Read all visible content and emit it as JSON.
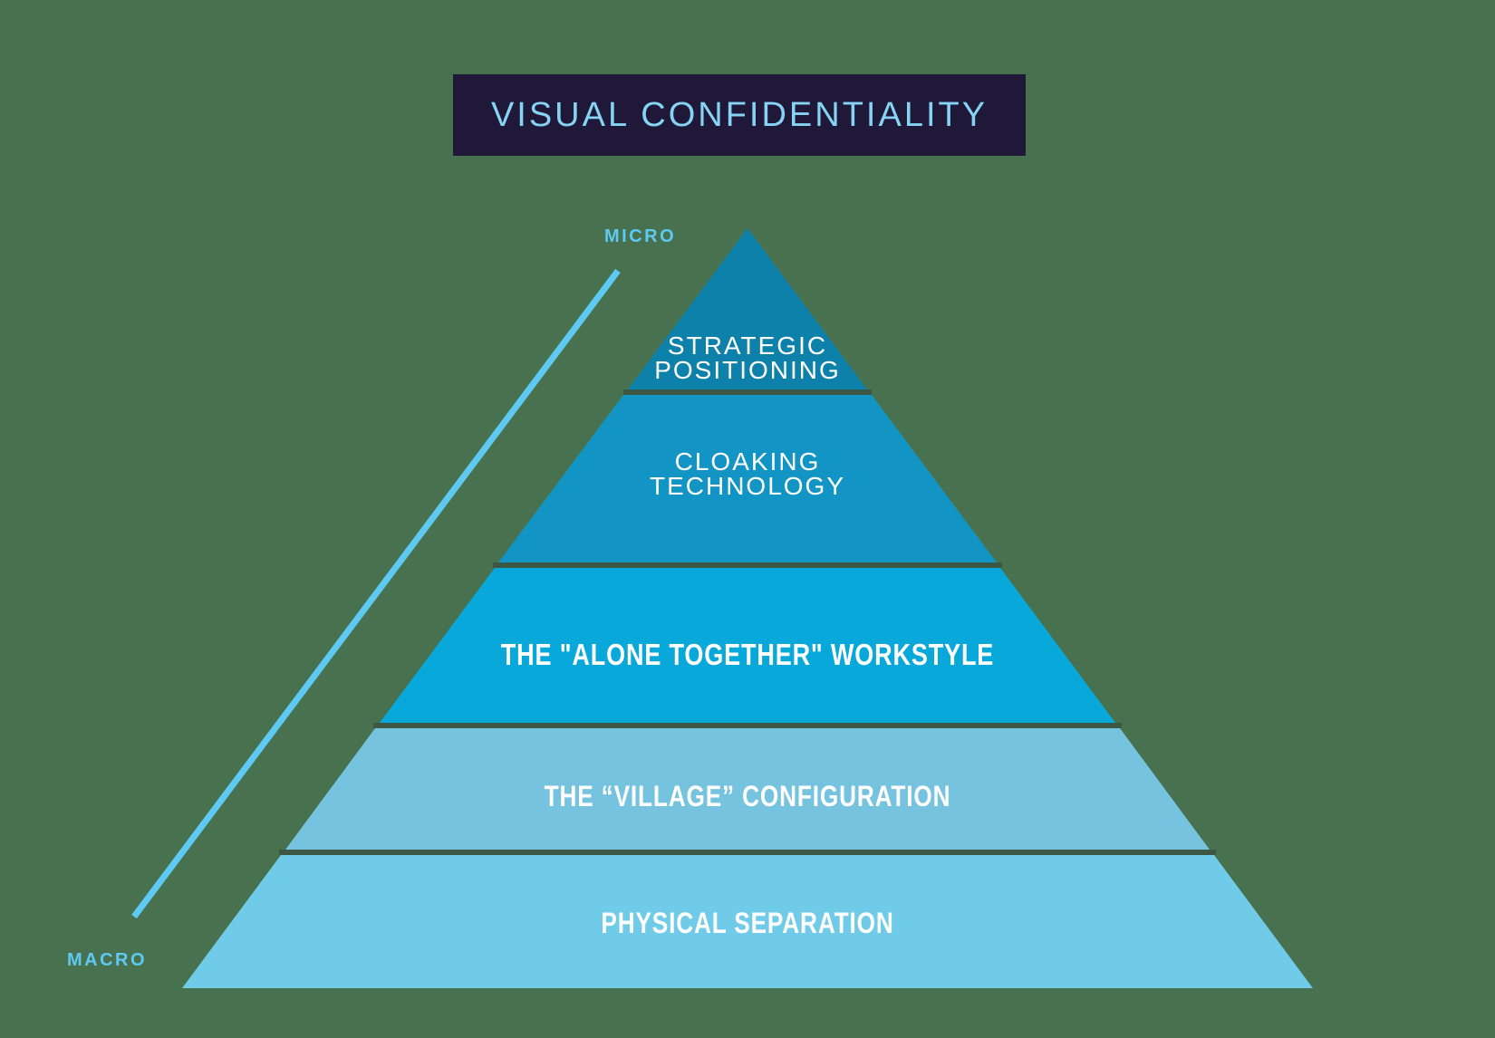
{
  "background": "#48724F",
  "title": {
    "text": "VISUAL CONFIDENTIALITY",
    "background": "#1F1839",
    "color": "#86D3F3"
  },
  "axis": {
    "top_label": "MICRO",
    "bottom_label": "MACRO",
    "line_color": "#5EC9F2",
    "label_color": "#5EC9F2"
  },
  "pyramid": {
    "text_color": "#FFFFFF",
    "levels": [
      {
        "name": "strategic-positioning",
        "lines": [
          "STRATEGIC",
          "POSITIONING"
        ],
        "color": "#0E81AB"
      },
      {
        "name": "cloaking-technology",
        "lines": [
          "CLOAKING",
          "TECHNOLOGY"
        ],
        "color": "#1295C5"
      },
      {
        "name": "alone-together-workstyle",
        "lines": [
          "THE \"ALONE TOGETHER\" WORKSTYLE"
        ],
        "color": "#09A8DB"
      },
      {
        "name": "village-configuration",
        "lines": [
          "THE “VILLAGE” CONFIGURATION"
        ],
        "color": "#75C3DE"
      },
      {
        "name": "physical-separation",
        "lines": [
          "PHYSICAL SEPARATION"
        ],
        "color": "#70CBE9"
      }
    ]
  }
}
